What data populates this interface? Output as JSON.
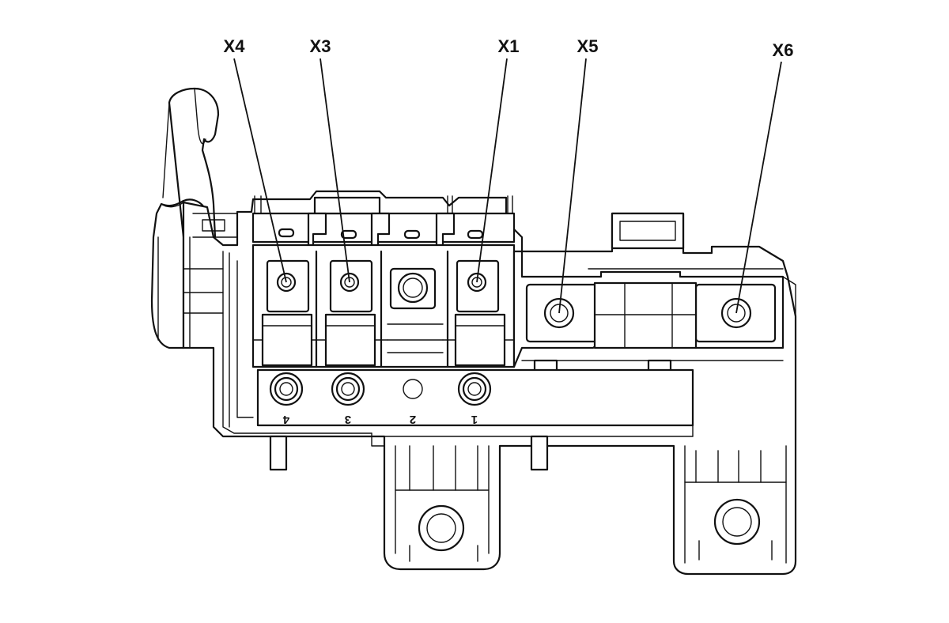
{
  "callouts": {
    "x4": "X4",
    "x3": "X3",
    "x1": "X1",
    "x5": "X5",
    "x6": "X6"
  },
  "terminal_numbers": {
    "t4": "4",
    "t3": "3",
    "t2": "2",
    "t1": "1"
  }
}
